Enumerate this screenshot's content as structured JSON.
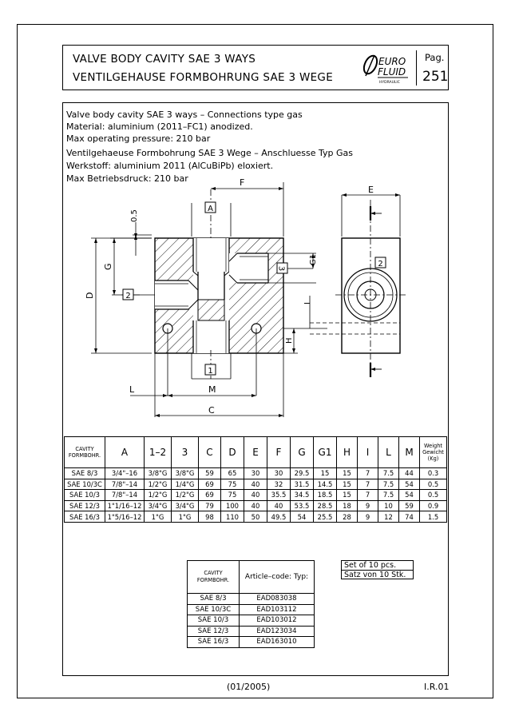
{
  "header": {
    "title_en": "VALVE BODY CAVITY SAE 3 WAYS",
    "title_de": "VENTILGEHAUSE FORMBOHRUNG SAE 3 WEGE",
    "logo_line1": "EURO",
    "logo_line2": "FLUID",
    "logo_line3": "HYDRAULIC",
    "page_label": "Pag.",
    "page_number": "251"
  },
  "description": [
    "Valve body cavity SAE 3 ways – Connections type gas",
    "Material: aluminium (2011–FC1) anodized.",
    "Max operating pressure: 210 bar",
    "Ventilgehaeuse Formbohrung SAE 3 Wege – Anschluesse Typ Gas",
    "Werkstoff: aluminium 2011 (AlCuBiPb) eloxiert.",
    "Max Betriebsdruck: 210 bar"
  ],
  "drawing": {
    "dim_F": "F",
    "dim_E": "E",
    "dim_D": "D",
    "dim_G": "G",
    "dim_G1": "G1",
    "dim_05": "0.5",
    "dim_I": "I",
    "dim_H": "H",
    "dim_L": "L",
    "dim_M": "M",
    "dim_C": "C",
    "port_A": "A",
    "port_1": "1",
    "port_2": "2",
    "port_3": "3",
    "side_port_2": "2"
  },
  "spec_table": {
    "headers": [
      "CAVITY FORMBOHR.",
      "A",
      "1–2",
      "3",
      "C",
      "D",
      "E",
      "F",
      "G",
      "G1",
      "H",
      "I",
      "L",
      "M",
      "Weight Gewicht (Kg)"
    ],
    "rows": [
      [
        "SAE 8/3",
        "3/4\"–16",
        "3/8\"G",
        "3/8\"G",
        "59",
        "65",
        "30",
        "30",
        "29.5",
        "15",
        "15",
        "7",
        "7.5",
        "44",
        "0.3"
      ],
      [
        "SAE 10/3C",
        "7/8\"–14",
        "1/2\"G",
        "1/4\"G",
        "69",
        "75",
        "40",
        "32",
        "31.5",
        "14.5",
        "15",
        "7",
        "7.5",
        "54",
        "0.5"
      ],
      [
        "SAE 10/3",
        "7/8\"–14",
        "1/2\"G",
        "1/2\"G",
        "69",
        "75",
        "40",
        "35.5",
        "34.5",
        "18.5",
        "15",
        "7",
        "7.5",
        "54",
        "0.5"
      ],
      [
        "SAE 12/3",
        "1\"1/16–12",
        "3/4\"G",
        "3/4\"G",
        "79",
        "100",
        "40",
        "40",
        "53.5",
        "28.5",
        "18",
        "9",
        "10",
        "59",
        "0.9"
      ],
      [
        "SAE 16/3",
        "1\"5/16–12",
        "1\"G",
        "1\"G",
        "98",
        "110",
        "50",
        "49.5",
        "54",
        "25.5",
        "28",
        "9",
        "12",
        "74",
        "1.5"
      ]
    ]
  },
  "codes_table": {
    "header_cavity": "CAVITY FORMBOHR.",
    "header_code": "Article–code: Typ:",
    "rows": [
      [
        "SAE 8/3",
        "EAD083038"
      ],
      [
        "SAE 10/3C",
        "EAD103112"
      ],
      [
        "SAE 10/3",
        "EAD103012"
      ],
      [
        "SAE 12/3",
        "EAD123034"
      ],
      [
        "SAE 16/3",
        "EAD163010"
      ]
    ]
  },
  "set_note": {
    "line1": "Set of 10 pcs.",
    "line2": "Satz von 10 Stk."
  },
  "footer": {
    "date": "(01/2005)",
    "revision": "I.R.01"
  }
}
